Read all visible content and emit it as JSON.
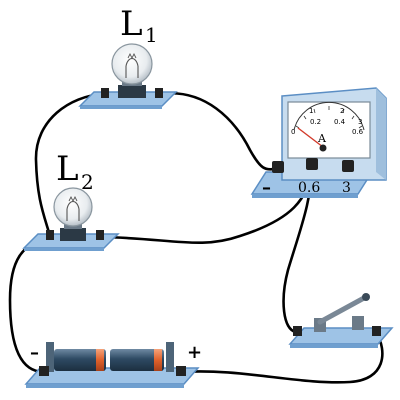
{
  "lamps": [
    {
      "letter": "L",
      "index": "1"
    },
    {
      "letter": "L",
      "index": "2"
    }
  ],
  "ammeter": {
    "scale_labels": [
      "0",
      "0.2",
      "0.4",
      "0.6"
    ],
    "scale_labels_upper": [
      "1",
      "2",
      "3"
    ],
    "unit": "A",
    "terminal_labels": [
      "–",
      "0.6",
      "3"
    ]
  },
  "battery": {
    "minus_label": "–",
    "plus_label": "+"
  },
  "colors": {
    "board": "#9ec3e6",
    "board_edge": "#5b8ec4",
    "wire": "#000000",
    "ammeter_body": "#c7dcef",
    "battery_cell": "#2f4b63",
    "battery_band": "#e0612b"
  }
}
